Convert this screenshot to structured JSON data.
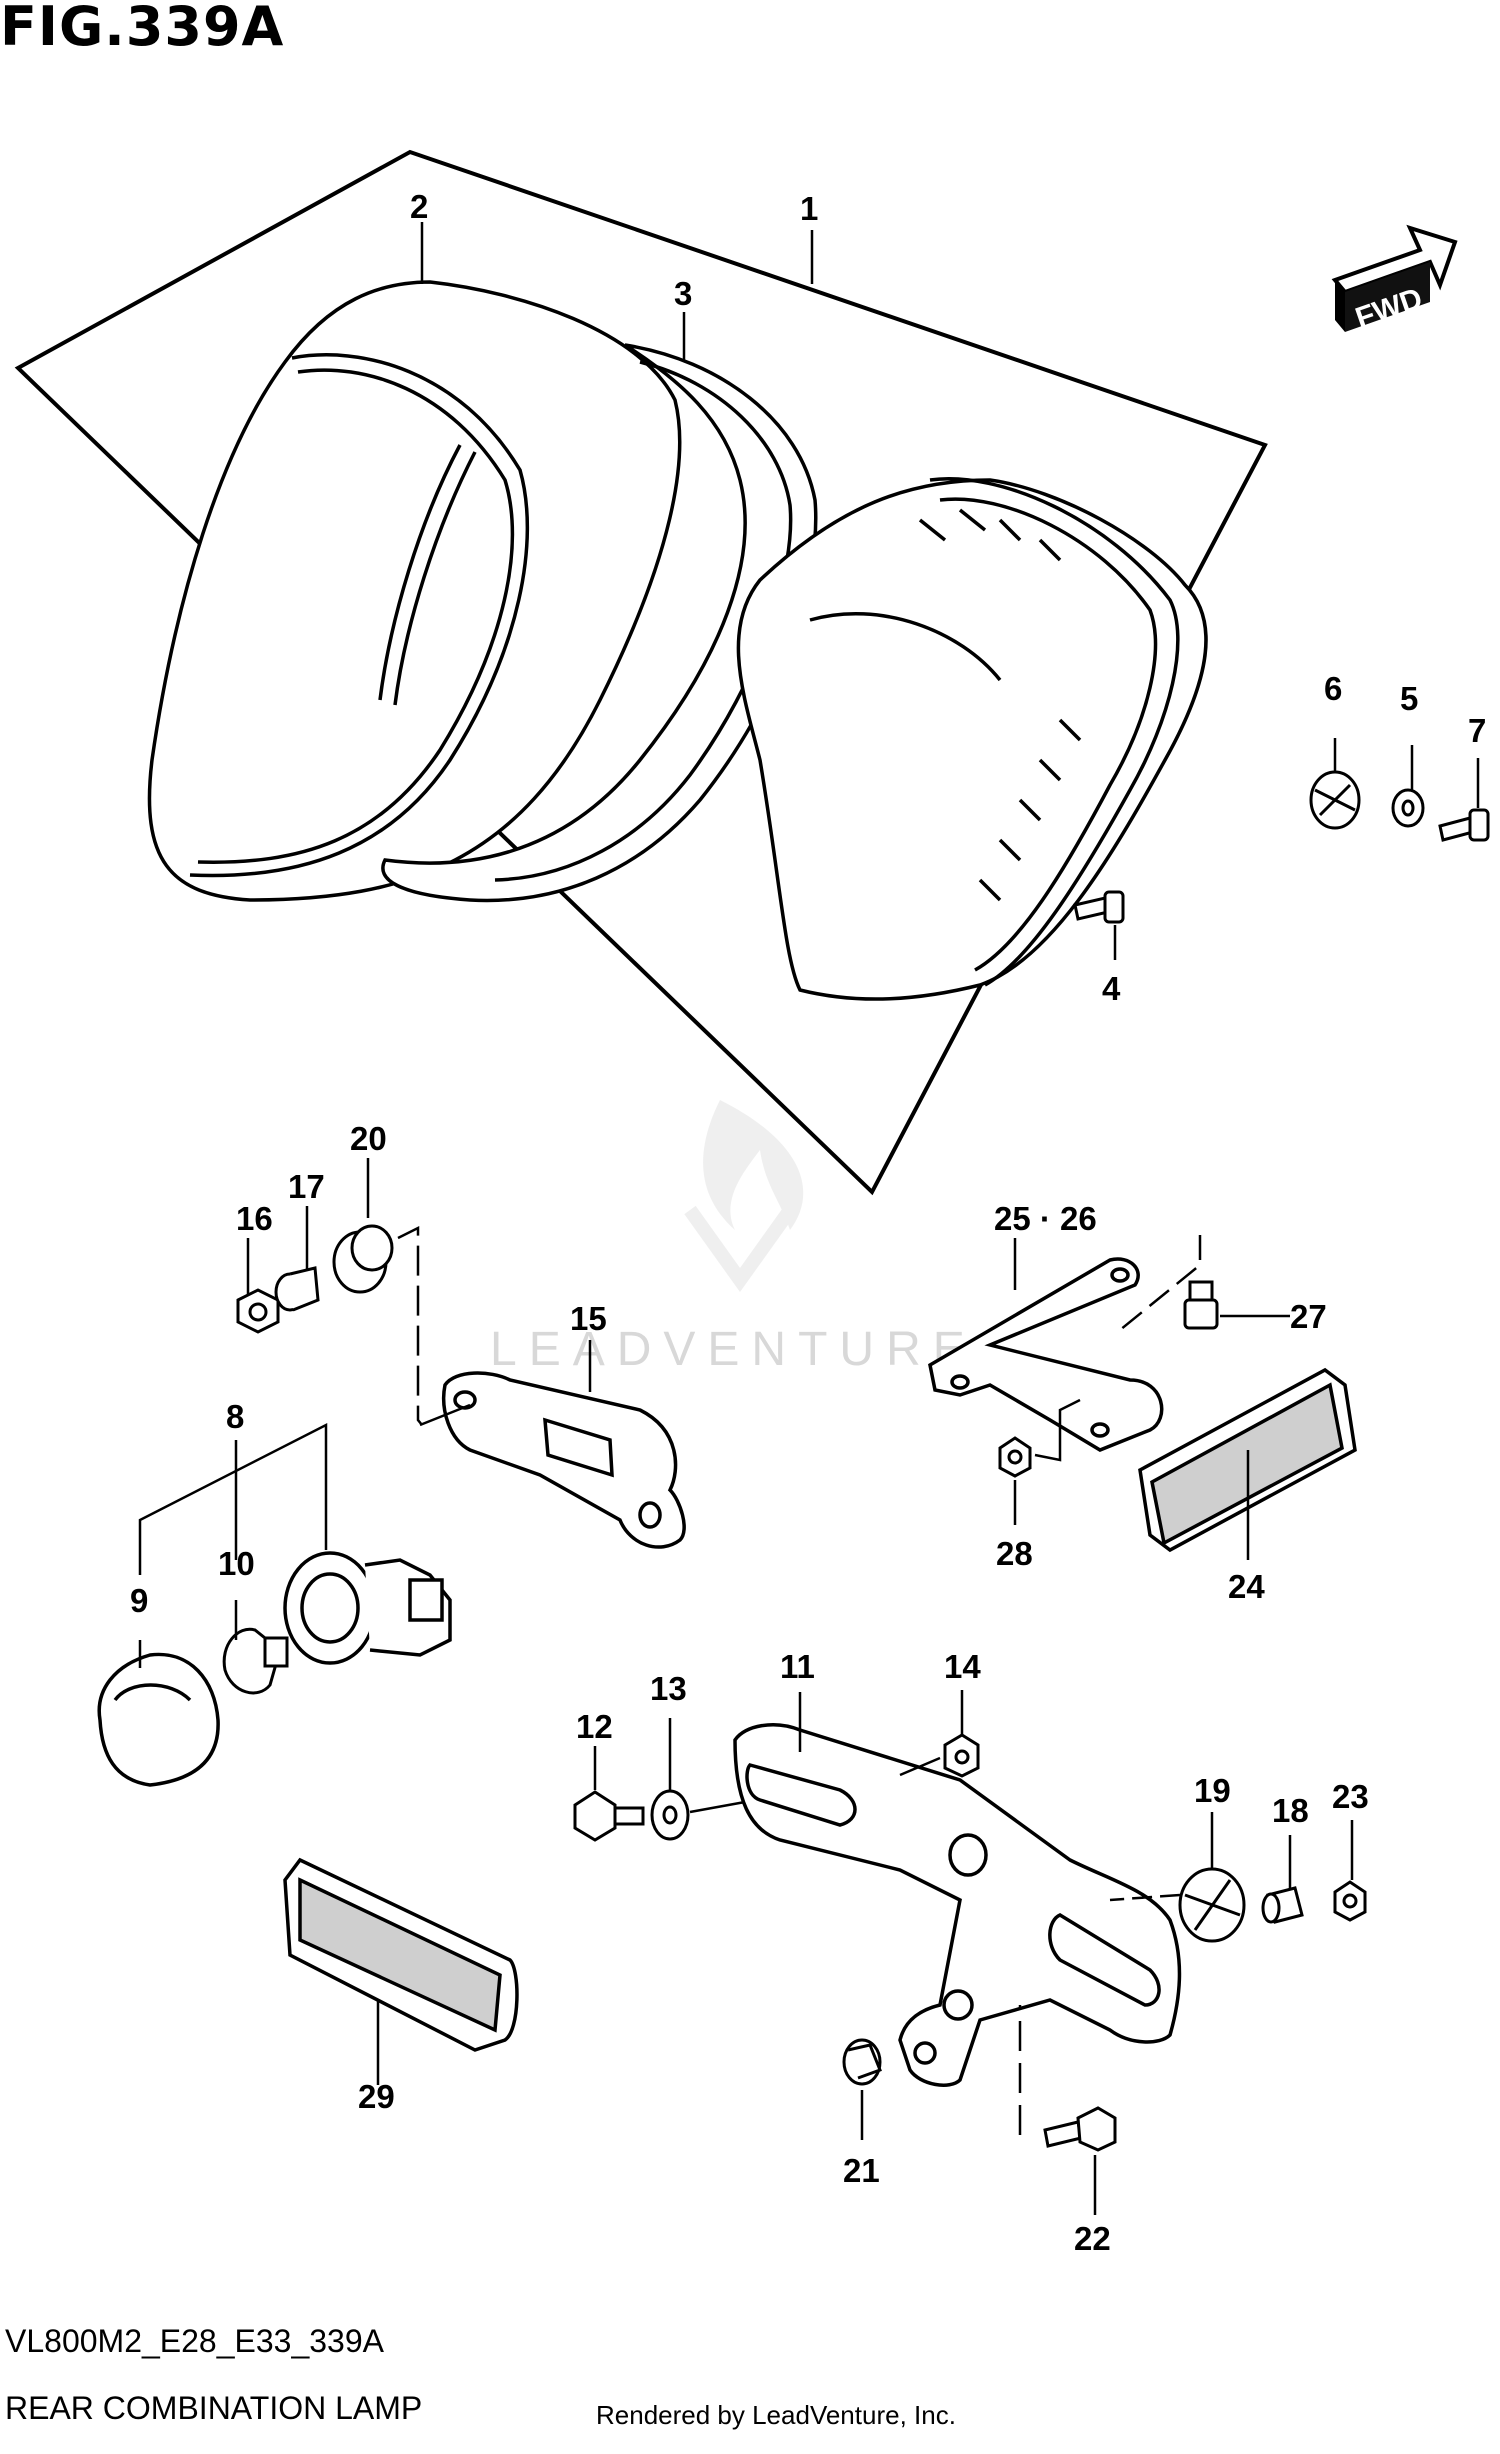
{
  "figure": {
    "title": "FIG.339A",
    "code": "VL800M2_E28_E33_339A",
    "name": "REAR COMBINATION LAMP",
    "credit": "Rendered by LeadVenture, Inc.",
    "watermark": "LEADVENTURE",
    "fwd_label": "FWD"
  },
  "parts": {
    "p1": "1",
    "p2": "2",
    "p3": "3",
    "p4": "4",
    "p5": "5",
    "p6": "6",
    "p7": "7",
    "p8": "8",
    "p9": "9",
    "p10": "10",
    "p11": "11",
    "p12": "12",
    "p13": "13",
    "p14": "14",
    "p15": "15",
    "p16": "16",
    "p17": "17",
    "p18": "18",
    "p19": "19",
    "p20": "20",
    "p21": "21",
    "p22": "22",
    "p23": "23",
    "p24": "24",
    "p25_26": "25 · 26",
    "p27": "27",
    "p28": "28",
    "p29": "29"
  }
}
